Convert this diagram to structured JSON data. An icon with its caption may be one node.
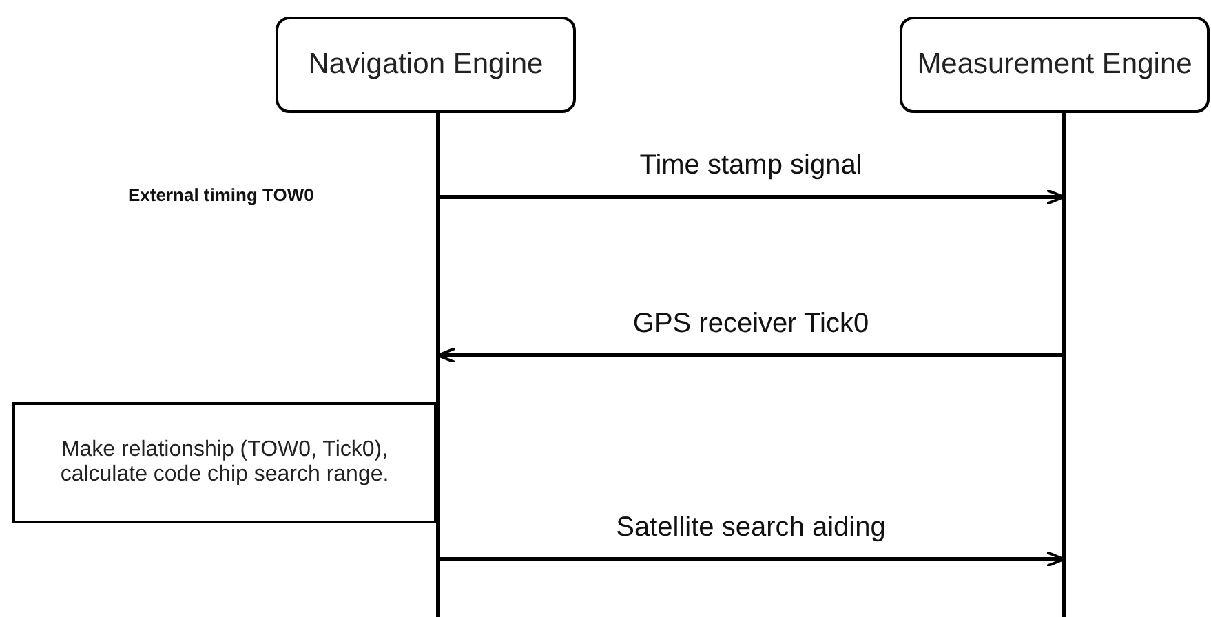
{
  "diagram": {
    "nodes": [
      {
        "text": [
          "Navigation Engine"
        ]
      },
      {
        "text": [
          "Measurement Engine"
        ]
      },
      {
        "text": [
          "Make relationship (TOW0, Tick0), calculate code chip search range."
        ]
      }
    ],
    "edges": [
      {
        "from": 0,
        "to": 1,
        "arrow": "to",
        "label": "Time stamp signal"
      },
      {
        "from": 1,
        "to": 0,
        "arrow": "to",
        "label": "GPS receiver Tick0"
      },
      {
        "from": 0,
        "to": 1,
        "arrow": "to",
        "label": "Satellite search aiding"
      }
    ],
    "labels": [
      "External timing TOW0"
    ]
  }
}
